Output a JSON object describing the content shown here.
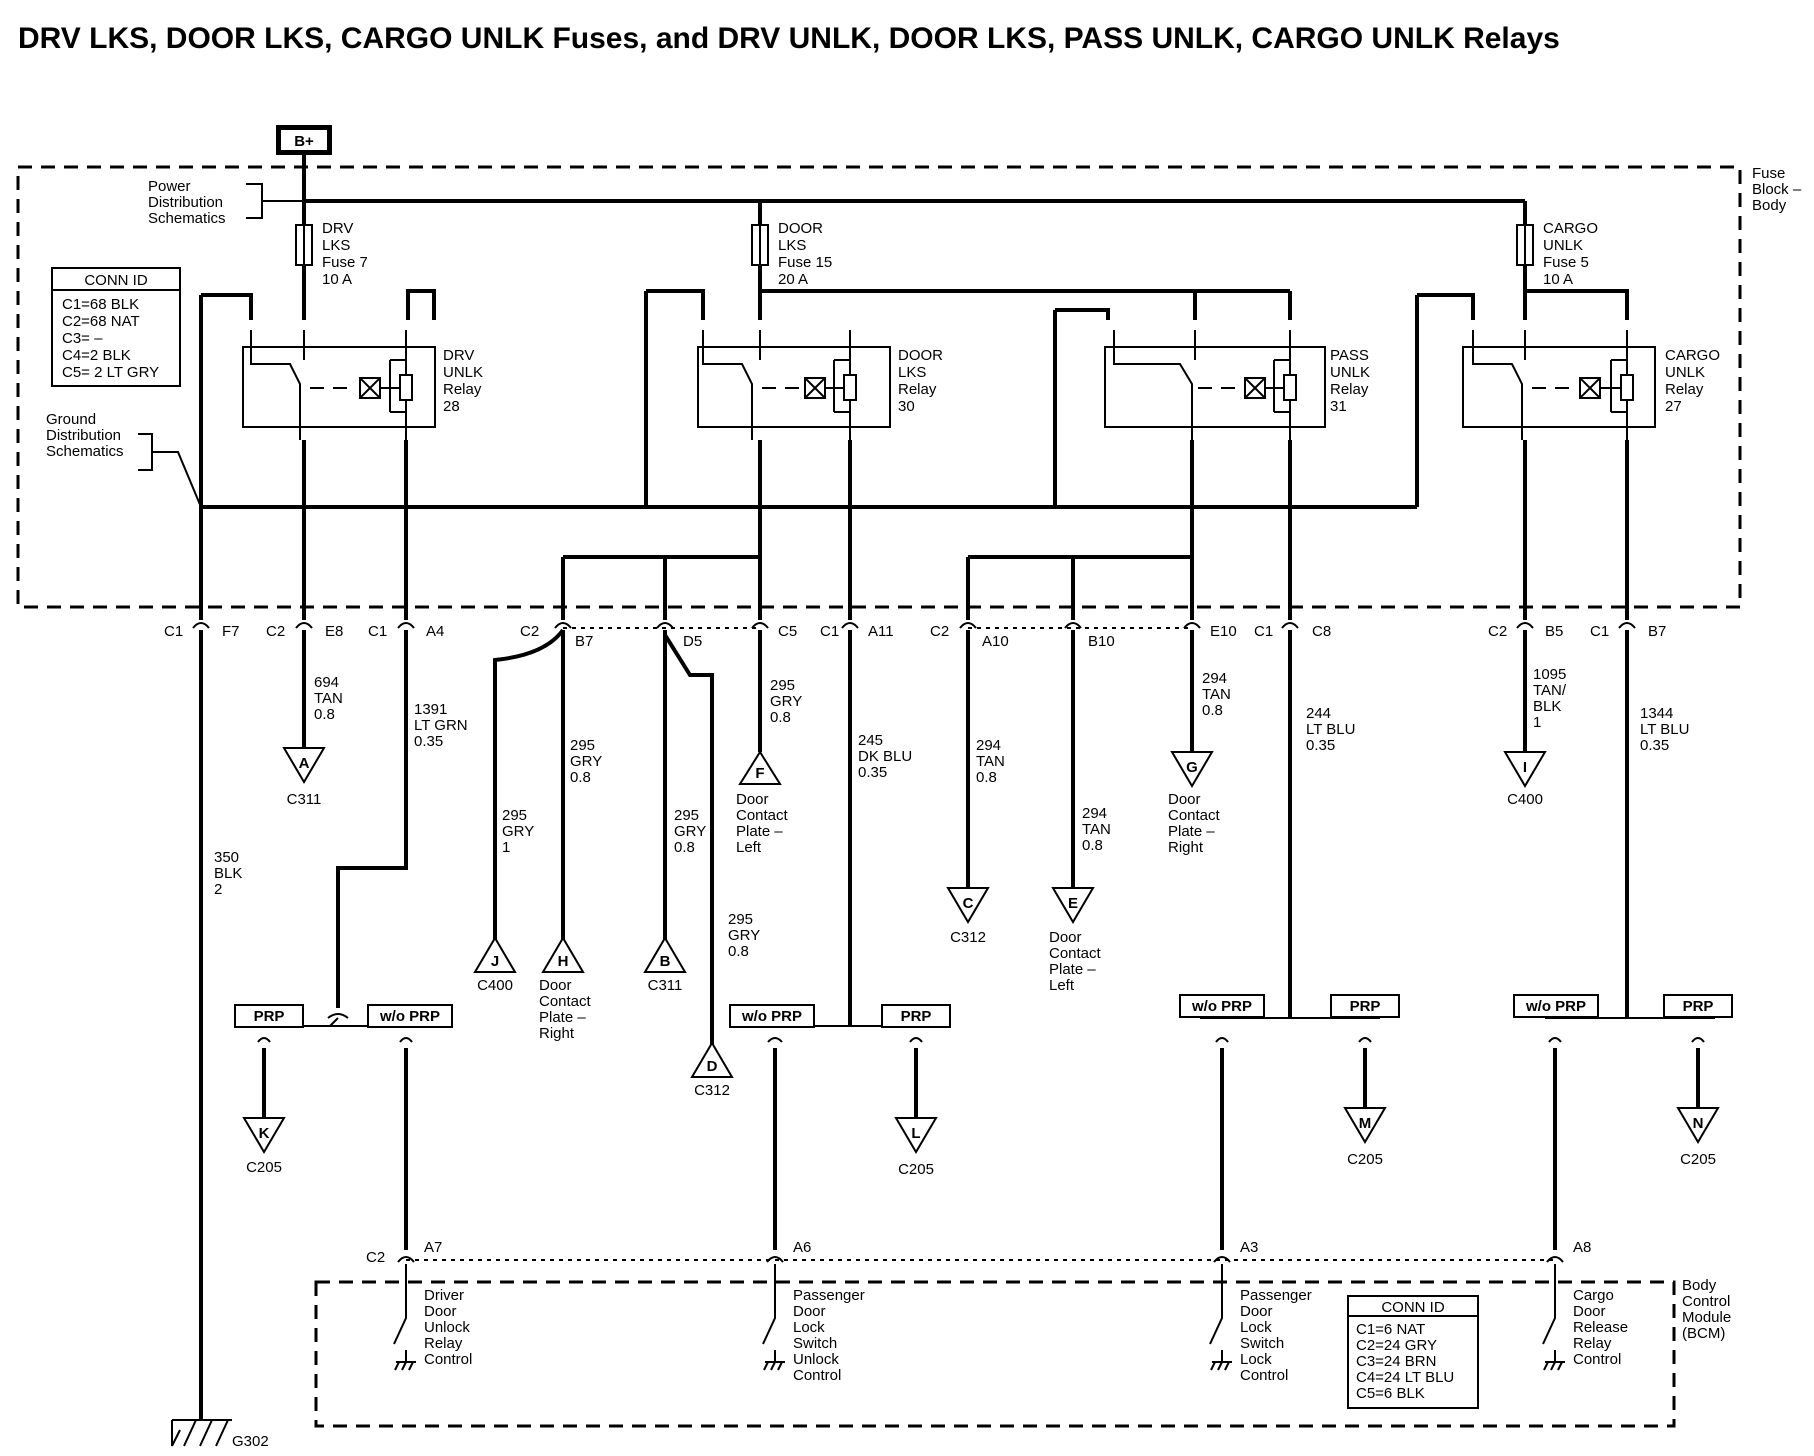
{
  "title": "DRV LKS, DOOR LKS, CARGO UNLK Fuses, and DRV UNLK,  DOOR LKS, PASS UNLK, CARGO UNLK Relays",
  "power_source": "B+",
  "fuse_block": {
    "label": [
      "Fuse",
      "Block –",
      "Body"
    ]
  },
  "power_distribution": [
    "Power",
    "Distribution",
    "Schematics"
  ],
  "ground_distribution": [
    "Ground",
    "Distribution",
    "Schematics"
  ],
  "fuse_conn_id": {
    "title": "CONN ID",
    "lines": [
      "C1=68 BLK",
      "C2=68 NAT",
      "C3= –",
      "C4=2 BLK",
      "C5= 2 LT GRY"
    ]
  },
  "fuses": [
    {
      "lines": [
        "DRV",
        "LKS",
        "Fuse 7",
        "10 A"
      ]
    },
    {
      "lines": [
        "DOOR",
        "LKS",
        "Fuse 15",
        "20 A"
      ]
    },
    {
      "lines": [
        "CARGO",
        "UNLK",
        "Fuse 5",
        "10 A"
      ]
    }
  ],
  "relays": [
    {
      "lines": [
        "DRV",
        "UNLK",
        "Relay",
        "28"
      ]
    },
    {
      "lines": [
        "DOOR",
        "LKS",
        "Relay",
        "30"
      ]
    },
    {
      "lines": [
        "PASS",
        "UNLK",
        "Relay",
        "31"
      ]
    },
    {
      "lines": [
        "CARGO",
        "UNLK",
        "Relay",
        "27"
      ]
    }
  ],
  "connectors_top": [
    {
      "conn": "C1",
      "pin": "F7"
    },
    {
      "conn": "C2",
      "pin": "E8"
    },
    {
      "conn": "C1",
      "pin": "A4"
    },
    {
      "conn": "C2",
      "pin": "B7"
    },
    {
      "conn": "",
      "pin": "D5"
    },
    {
      "conn": "",
      "pin": "C5"
    },
    {
      "conn": "C1",
      "pin": "A11"
    },
    {
      "conn": "C2",
      "pin": "A10"
    },
    {
      "conn": "",
      "pin": "B10"
    },
    {
      "conn": "",
      "pin": "E10"
    },
    {
      "conn": "C1",
      "pin": "C8"
    },
    {
      "conn": "C2",
      "pin": "B5"
    },
    {
      "conn": "C1",
      "pin": "B7"
    }
  ],
  "wires": [
    {
      "lines": [
        "350",
        "BLK",
        "2"
      ]
    },
    {
      "lines": [
        "694",
        "TAN",
        "0.8"
      ]
    },
    {
      "lines": [
        "1391",
        "LT GRN",
        "0.35"
      ]
    },
    {
      "lines": [
        "295",
        "GRY",
        "1"
      ]
    },
    {
      "lines": [
        "295",
        "GRY",
        "0.8"
      ]
    },
    {
      "lines": [
        "295",
        "GRY",
        "0.8"
      ]
    },
    {
      "lines": [
        "295",
        "GRY",
        "0.8"
      ]
    },
    {
      "lines": [
        "295",
        "GRY",
        "0.8"
      ]
    },
    {
      "lines": [
        "245",
        "DK BLU",
        "0.35"
      ]
    },
    {
      "lines": [
        "294",
        "TAN",
        "0.8"
      ]
    },
    {
      "lines": [
        "294",
        "TAN",
        "0.8"
      ]
    },
    {
      "lines": [
        "294",
        "TAN",
        "0.8"
      ]
    },
    {
      "lines": [
        "244",
        "LT BLU",
        "0.35"
      ]
    },
    {
      "lines": [
        "1095",
        "TAN/",
        "BLK",
        "1"
      ]
    },
    {
      "lines": [
        "1344",
        "LT BLU",
        "0.35"
      ]
    }
  ],
  "references": [
    {
      "letter": "A",
      "lines": [
        "C311"
      ]
    },
    {
      "letter": "F",
      "lines": [
        "Door",
        "Contact",
        "Plate –",
        "Left"
      ]
    },
    {
      "letter": "G",
      "lines": [
        "Door",
        "Contact",
        "Plate –",
        "Right"
      ]
    },
    {
      "letter": "I",
      "lines": [
        "C400"
      ]
    },
    {
      "letter": "C",
      "lines": [
        "C312"
      ]
    },
    {
      "letter": "E",
      "lines": [
        "Door",
        "Contact",
        "Plate –",
        "Left"
      ]
    },
    {
      "letter": "J",
      "lines": [
        "C400"
      ]
    },
    {
      "letter": "H",
      "lines": [
        "Door",
        "Contact",
        "Plate –",
        "Right"
      ]
    },
    {
      "letter": "B",
      "lines": [
        "C311"
      ]
    },
    {
      "letter": "D",
      "lines": [
        "C312"
      ]
    },
    {
      "letter": "K",
      "lines": [
        "C205"
      ]
    },
    {
      "letter": "L",
      "lines": [
        "C205"
      ]
    },
    {
      "letter": "M",
      "lines": [
        "C205"
      ]
    },
    {
      "letter": "N",
      "lines": [
        "C205"
      ]
    }
  ],
  "option_tags": [
    "PRP",
    "w/o PRP",
    "w/o PRP",
    "PRP",
    "w/o PRP",
    "PRP",
    "w/o PRP",
    "PRP"
  ],
  "bcm_connectors": [
    {
      "conn": "C2",
      "pin": "A7"
    },
    {
      "conn": "",
      "pin": "A6"
    },
    {
      "conn": "",
      "pin": "A3"
    },
    {
      "conn": "",
      "pin": "A8"
    }
  ],
  "bcm_switches": [
    {
      "lines": [
        "Driver",
        "Door",
        "Unlock",
        "Relay",
        "Control"
      ]
    },
    {
      "lines": [
        "Passenger",
        "Door",
        "Lock",
        "Switch",
        "Unlock",
        "Control"
      ]
    },
    {
      "lines": [
        "Passenger",
        "Door",
        "Lock",
        "Switch",
        "Lock",
        "Control"
      ]
    },
    {
      "lines": [
        "Cargo",
        "Door",
        "Release",
        "Relay",
        "Control"
      ]
    }
  ],
  "bcm": {
    "lines": [
      "Body",
      "Control",
      "Module",
      "(BCM)"
    ]
  },
  "bcm_conn_id": {
    "title": "CONN ID",
    "lines": [
      "C1=6 NAT",
      "C2=24 GRY",
      "C3=24 BRN",
      "C4=24 LT BLU",
      "C5=6 BLK"
    ]
  },
  "ground": "G302"
}
